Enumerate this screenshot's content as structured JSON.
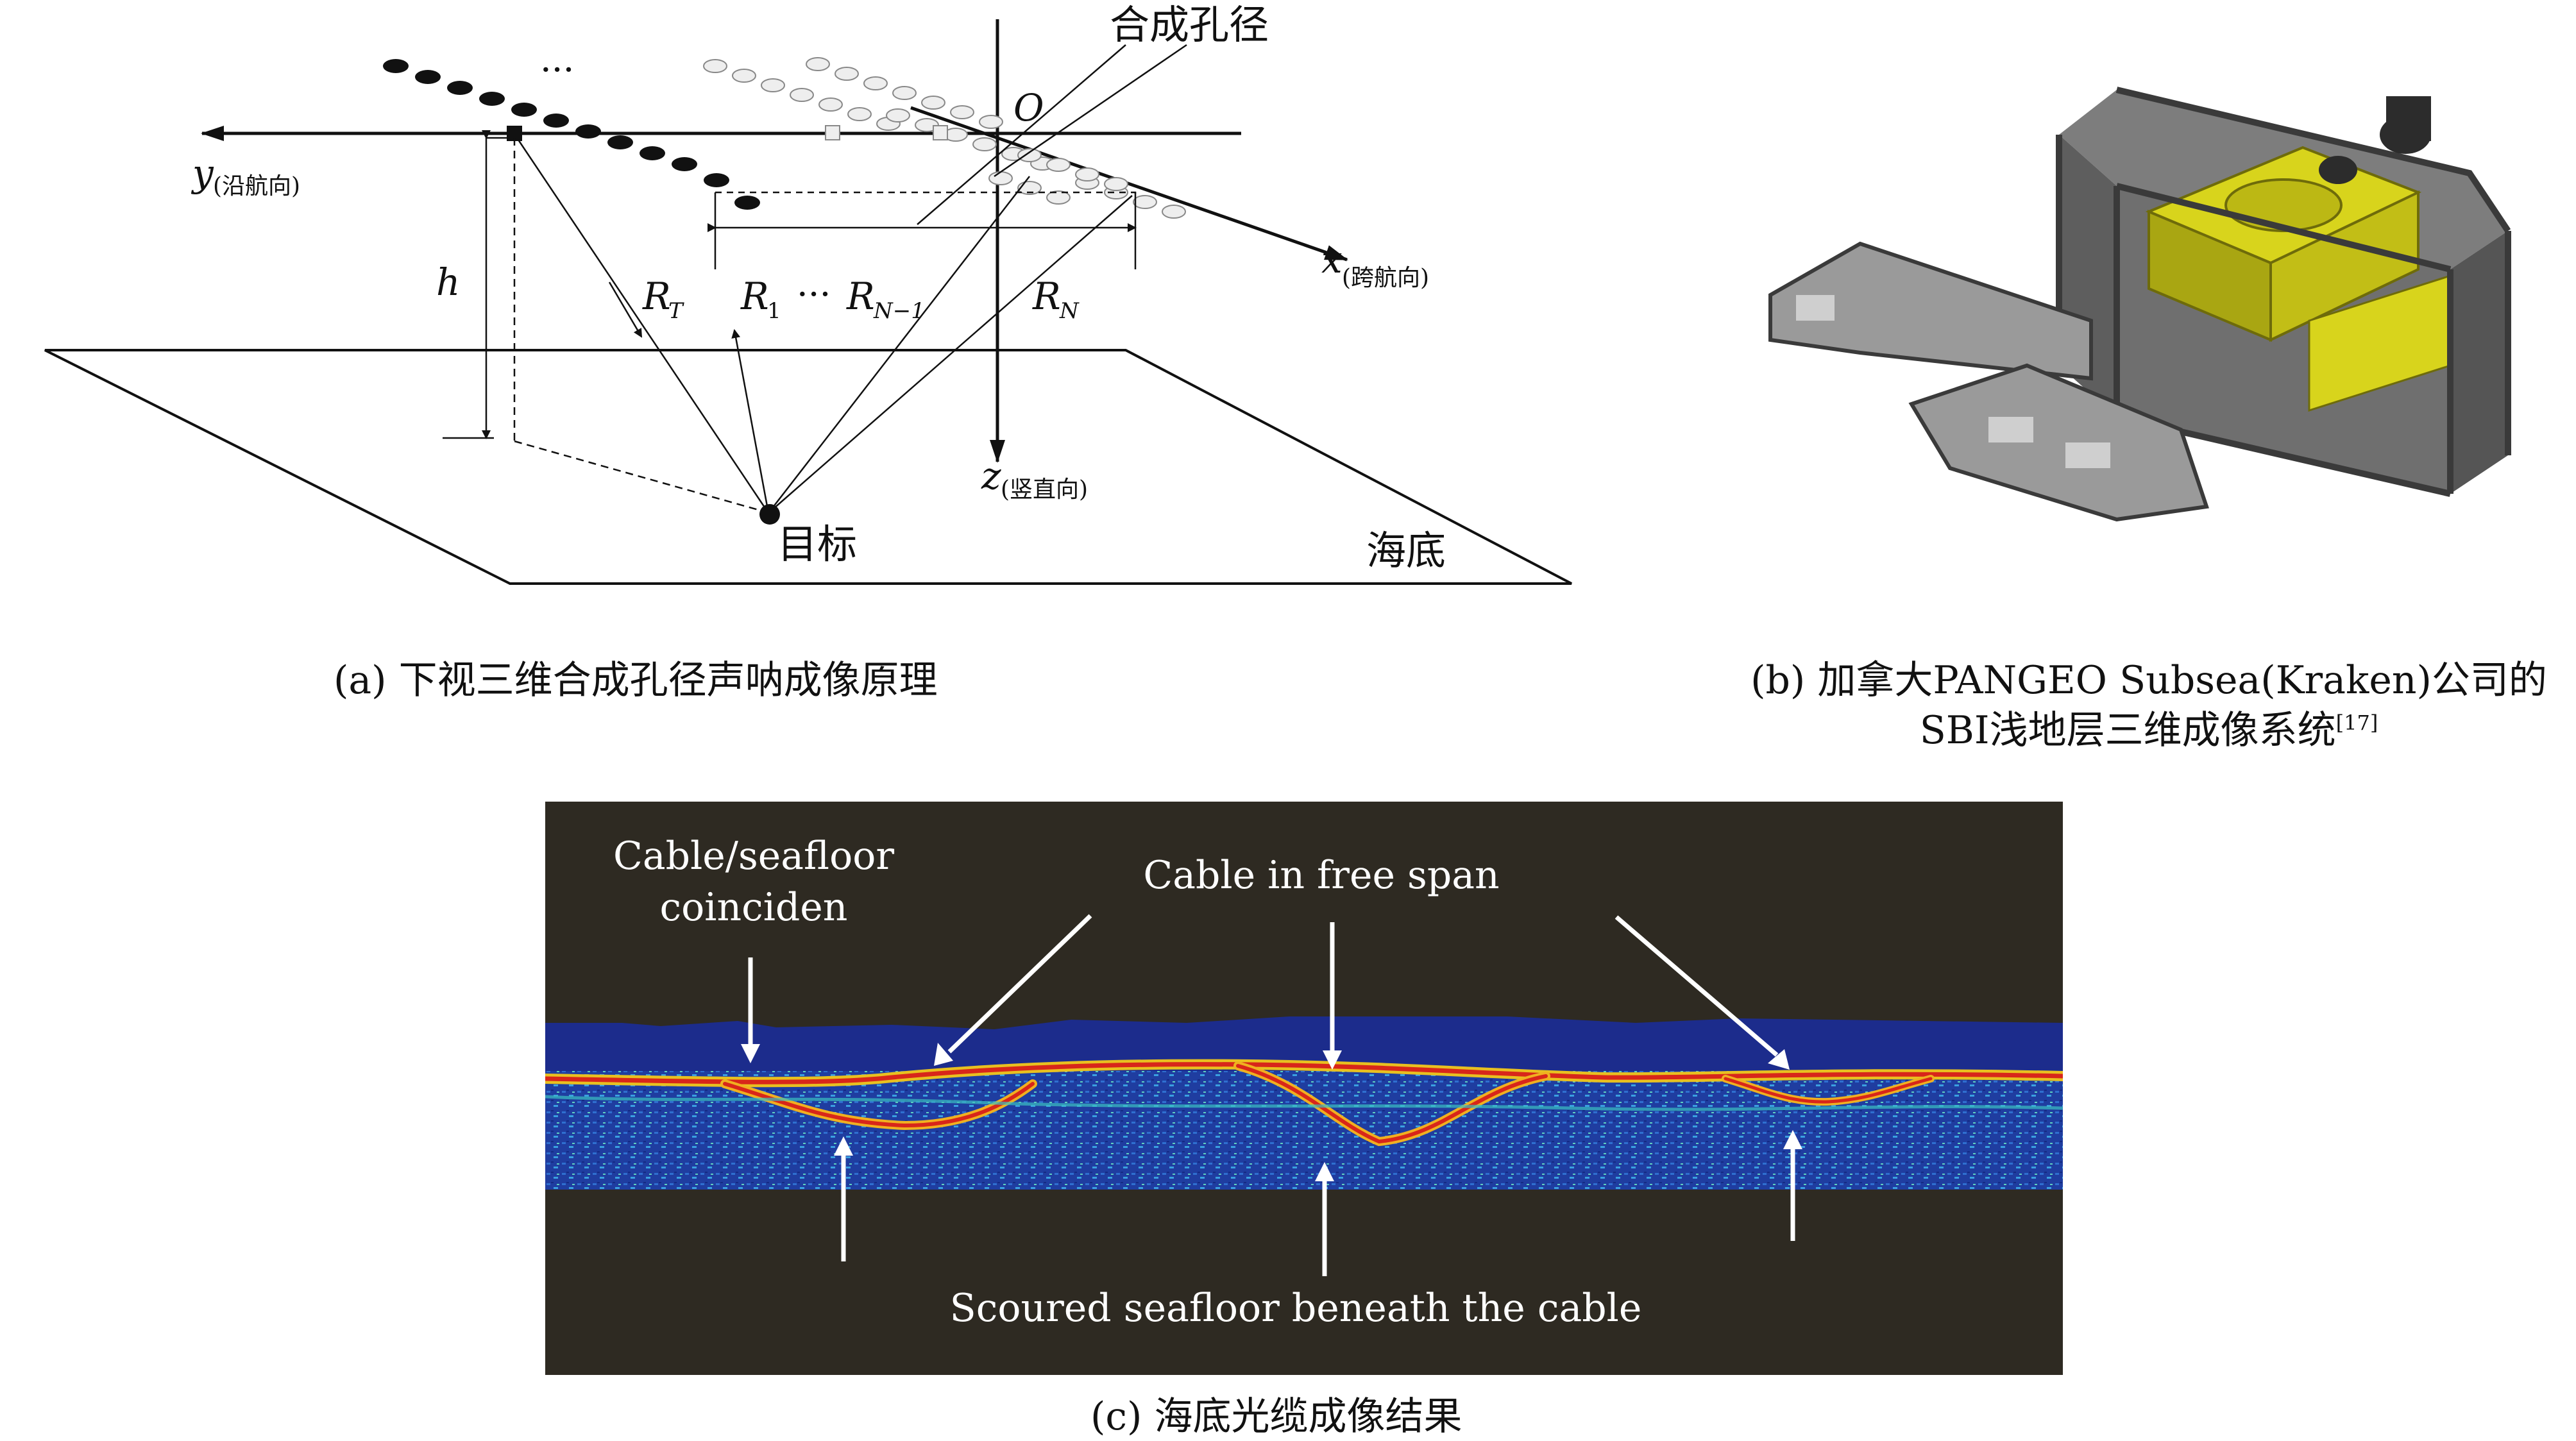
{
  "panel_a": {
    "label_aperture": "合成孔径",
    "label_origin": "O",
    "label_y": "y",
    "label_y_sub": "(沿航向)",
    "label_x": "x",
    "label_x_sub": "(跨航向)",
    "label_z": "z",
    "label_z_sub": "(竖直向)",
    "label_h": "h",
    "label_RT": "R",
    "label_RT_sub": "T",
    "label_R1": "R",
    "label_R1_sub": "1",
    "label_dots": "···",
    "label_RN1": "R",
    "label_RN1_sub": "N−1",
    "label_RN": "R",
    "label_RN_sub": "N",
    "label_ellipsis": "···",
    "label_target": "目标",
    "label_seabed": "海底",
    "caption": "(a) 下视三维合成孔径声呐成像原理"
  },
  "panel_b": {
    "caption_line1": "(b) 加拿大PANGEO Subsea(Kraken)公司的",
    "caption_line2": "SBI浅地层三维成像系统",
    "caption_ref": "[17]",
    "colors": {
      "frame": "#8c8c8c",
      "payload": "#d8d41c",
      "payload_dark": "#a9a612"
    }
  },
  "panel_c": {
    "label_coincide_1": "Cable/seafloor",
    "label_coincide_2": "coinciden",
    "label_free_span": "Cable in free span",
    "label_scoured": "Scoured seafloor beneath the cable",
    "caption": "(c) 海底光缆成像结果",
    "colors": {
      "background": "#2e2a22",
      "water": "#1c2c8c",
      "sediment": "#1e3f9c",
      "reflector": "#e02818"
    }
  }
}
